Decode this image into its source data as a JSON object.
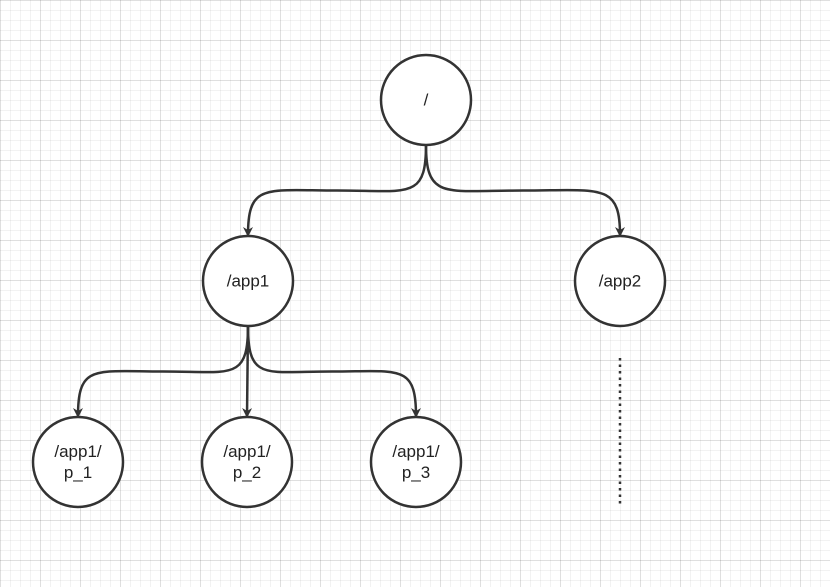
{
  "diagram": {
    "stroke_color": "#333333",
    "node_fill": "#ffffff",
    "nodes": [
      {
        "id": "root",
        "label": "/"
      },
      {
        "id": "app1",
        "label": "/app1"
      },
      {
        "id": "app2",
        "label": "/app2"
      },
      {
        "id": "p1",
        "label": "/app1/\np_1"
      },
      {
        "id": "p2",
        "label": "/app1/\np_2"
      },
      {
        "id": "p3",
        "label": "/app1/\np_3"
      }
    ],
    "edges": [
      {
        "from": "root",
        "to": "app1"
      },
      {
        "from": "root",
        "to": "app2"
      },
      {
        "from": "app1",
        "to": "p1"
      },
      {
        "from": "app1",
        "to": "p2"
      },
      {
        "from": "app1",
        "to": "p3"
      }
    ]
  }
}
